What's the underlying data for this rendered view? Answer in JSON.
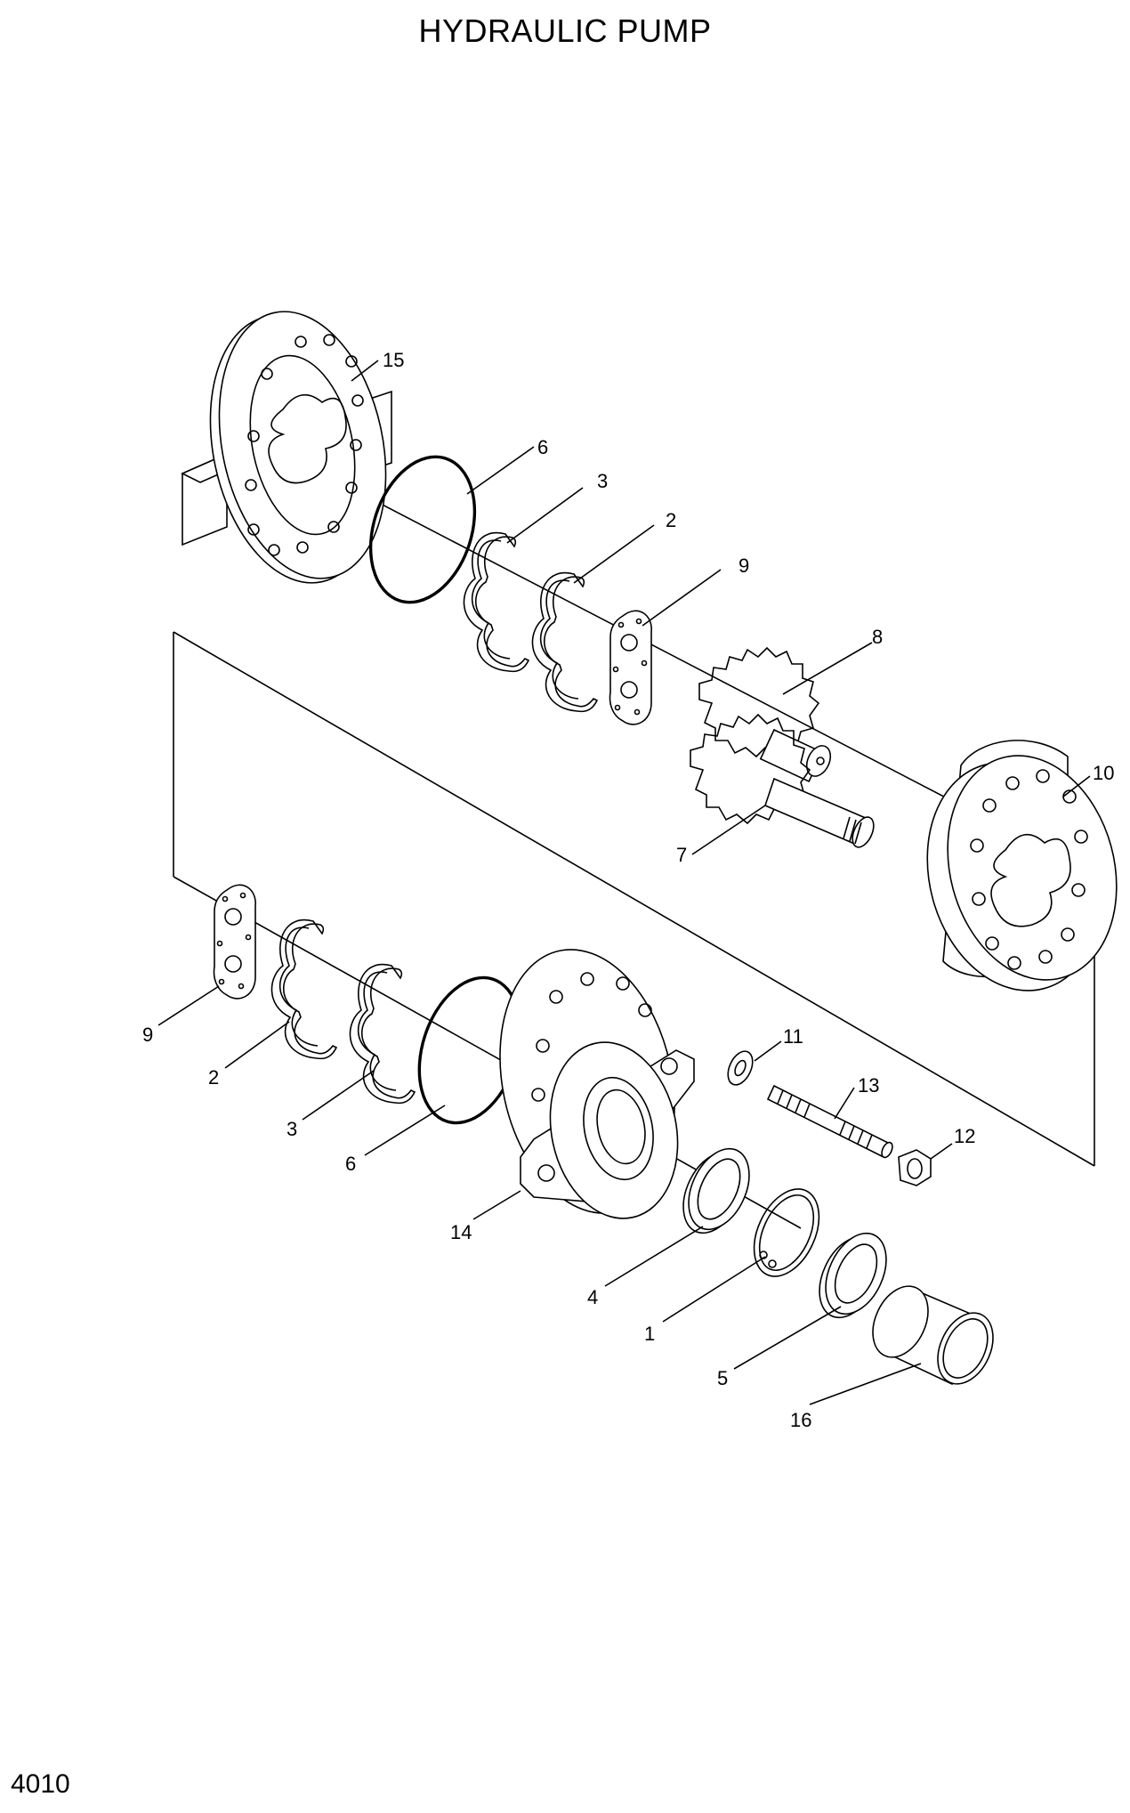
{
  "title": "HYDRAULIC PUMP",
  "page_number": "4010",
  "callouts": {
    "c15": "15",
    "c6_top": "6",
    "c3_top": "3",
    "c2_top": "2",
    "c9_top": "9",
    "c8": "8",
    "c10": "10",
    "c7": "7",
    "c9_bottom": "9",
    "c2_bottom": "2",
    "c3_bottom": "3",
    "c6_bottom": "6",
    "c11": "11",
    "c13": "13",
    "c12": "12",
    "c14": "14",
    "c4": "4",
    "c1": "1",
    "c5": "5",
    "c16": "16"
  }
}
